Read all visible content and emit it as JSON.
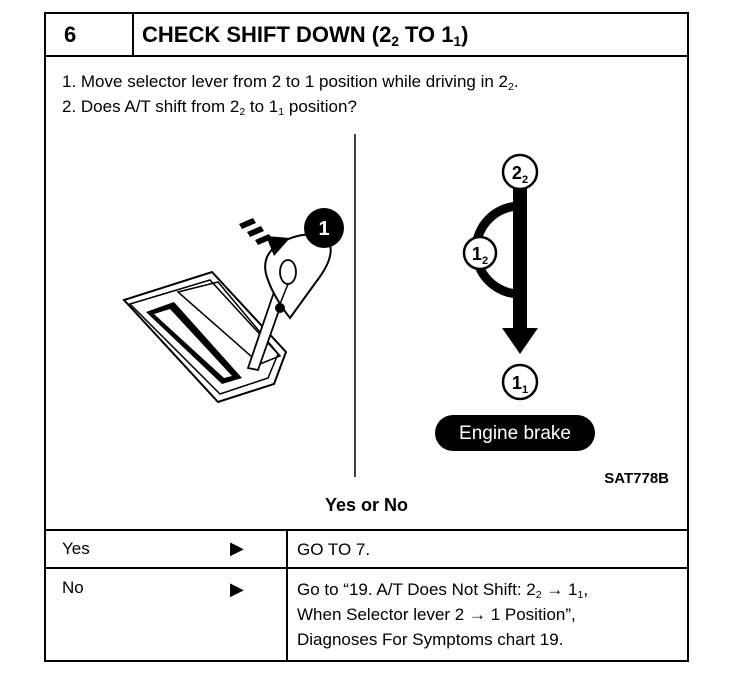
{
  "header": {
    "step_number": "6",
    "title_html": "CHECK SHIFT DOWN (2<sub>2</sub> TO 1<sub>1</sub>)"
  },
  "instructions": {
    "line1_html": "1. Move selector lever from 2 to 1 position while driving in 2<sub>2</sub>.",
    "line2_html": "2. Does A/T shift from 2<sub>2</sub> to 1<sub>1</sub> position?"
  },
  "figure": {
    "callout_number": "1",
    "pos_top_main": "2",
    "pos_top_sub": "2",
    "pos_mid_main": "1",
    "pos_mid_sub": "2",
    "pos_bottom_main": "1",
    "pos_bottom_sub": "1",
    "engine_brake_label": "Engine brake",
    "figure_code": "SAT778B"
  },
  "question": "Yes or No",
  "results": {
    "yes_label": "Yes",
    "yes_arrow": "▶",
    "yes_action": "GO TO 7.",
    "no_label": "No",
    "no_arrow": "▶",
    "no_action_line1_html": "Go to “19. A/T Does Not Shift: 2<sub>2</sub> → 1<sub>1</sub>,",
    "no_action_line2": "When Selector lever 2 → 1 Position”,",
    "no_action_line3": "Diagnoses For Symptoms chart  19."
  }
}
